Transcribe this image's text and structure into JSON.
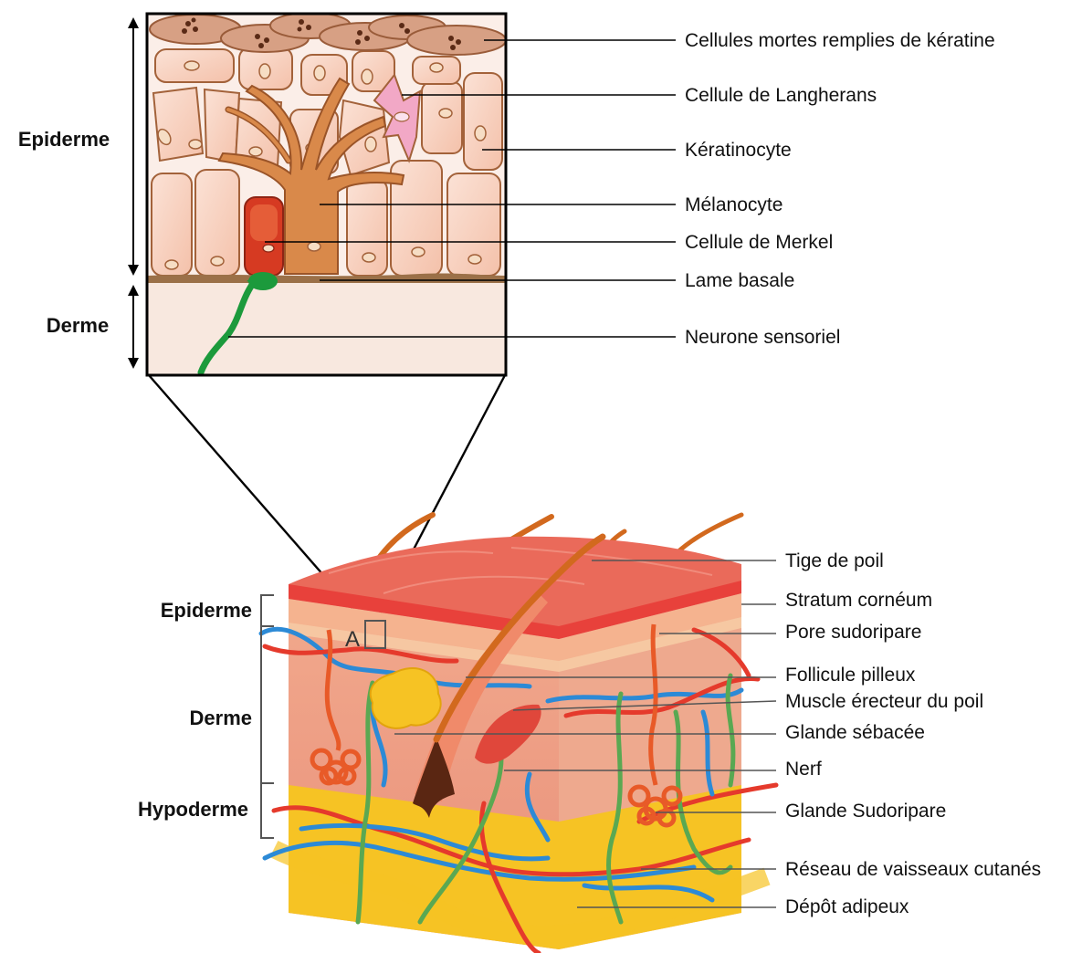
{
  "zoom": {
    "side_labels": {
      "epiderme": "Epiderme",
      "derme": "Derme"
    },
    "labels": [
      "Cellules mortes remplies de kératine",
      "Cellule de Langherans",
      "Kératinocyte",
      "Mélanocyte",
      "Cellule de Merkel",
      "Lame basale",
      "Neurone sensoriel"
    ]
  },
  "block": {
    "side_labels": {
      "epiderme": "Epiderme",
      "derme": "Derme",
      "hypoderme": "Hypoderme"
    },
    "marker": "A",
    "labels": [
      "Tige de poil",
      "Stratum cornéum",
      "Pore sudoripare",
      "Follicule pilleux",
      "Muscle érecteur du poil",
      "Glande sébacée",
      "Nerf",
      "Glande Sudoripare",
      "Réseau de vaisseaux cutanés",
      "Dépôt adipeux"
    ]
  },
  "colors": {
    "keratinocyte_fill": "#f8d3c2",
    "keratinocyte_stroke": "#a3623a",
    "melanocyte": "#d9894a",
    "merkel": "#d63a22",
    "langerhans": "#f2a8c6",
    "neuron": "#1c9a3c",
    "basal_lamina": "#9b7048",
    "dermis": "#f8e8df",
    "skin_surface": "#e8413b",
    "adipose": "#f6c324",
    "artery": "#e53a2c",
    "vein": "#2c8ad6",
    "nerve": "#5aa852"
  }
}
